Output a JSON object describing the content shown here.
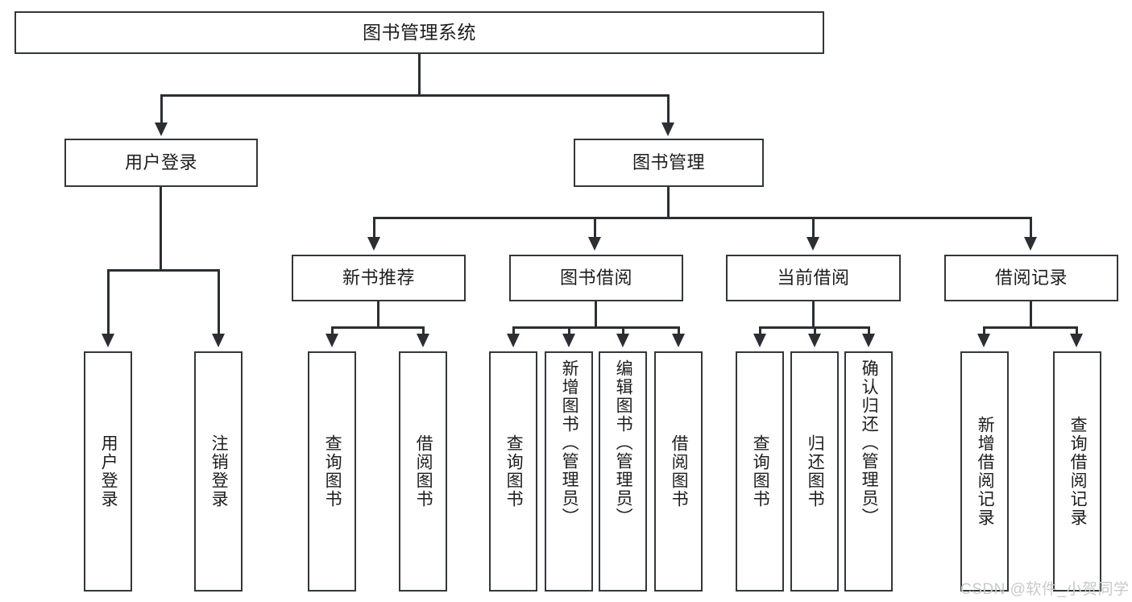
{
  "diagram": {
    "title": "图书管理系统",
    "type": "tree",
    "root": {
      "label": "图书管理系统"
    },
    "level2": [
      {
        "label": "用户登录"
      },
      {
        "label": "图书管理"
      }
    ],
    "level3": [
      {
        "label": "新书推荐"
      },
      {
        "label": "图书借阅"
      },
      {
        "label": "当前借阅"
      },
      {
        "label": "借阅记录"
      }
    ],
    "leaves": {
      "user_login": [
        {
          "label": "用户登录"
        },
        {
          "label": "注销登录"
        }
      ],
      "new_book_recommend": [
        {
          "label": "查询图书"
        },
        {
          "label": "借阅图书"
        }
      ],
      "book_borrow": [
        {
          "label": "查询图书"
        },
        {
          "label": "新增图书（管理员）"
        },
        {
          "label": "编辑图书（管理员）"
        },
        {
          "label": "借阅图书"
        }
      ],
      "current_borrow": [
        {
          "label": "查询图书"
        },
        {
          "label": "归还图书"
        },
        {
          "label": "确认归还（管理员）"
        }
      ],
      "borrow_record": [
        {
          "label": "新增借阅记录"
        },
        {
          "label": "查询借阅记录"
        }
      ]
    }
  },
  "watermark": {
    "text": "CSDN @软件_小贺同学"
  },
  "colors": {
    "background": "#ffffff",
    "box_border": "#33373b",
    "connector": "#2b2f33",
    "text": "#1d1d1d",
    "watermark": "#c9c9c9"
  }
}
